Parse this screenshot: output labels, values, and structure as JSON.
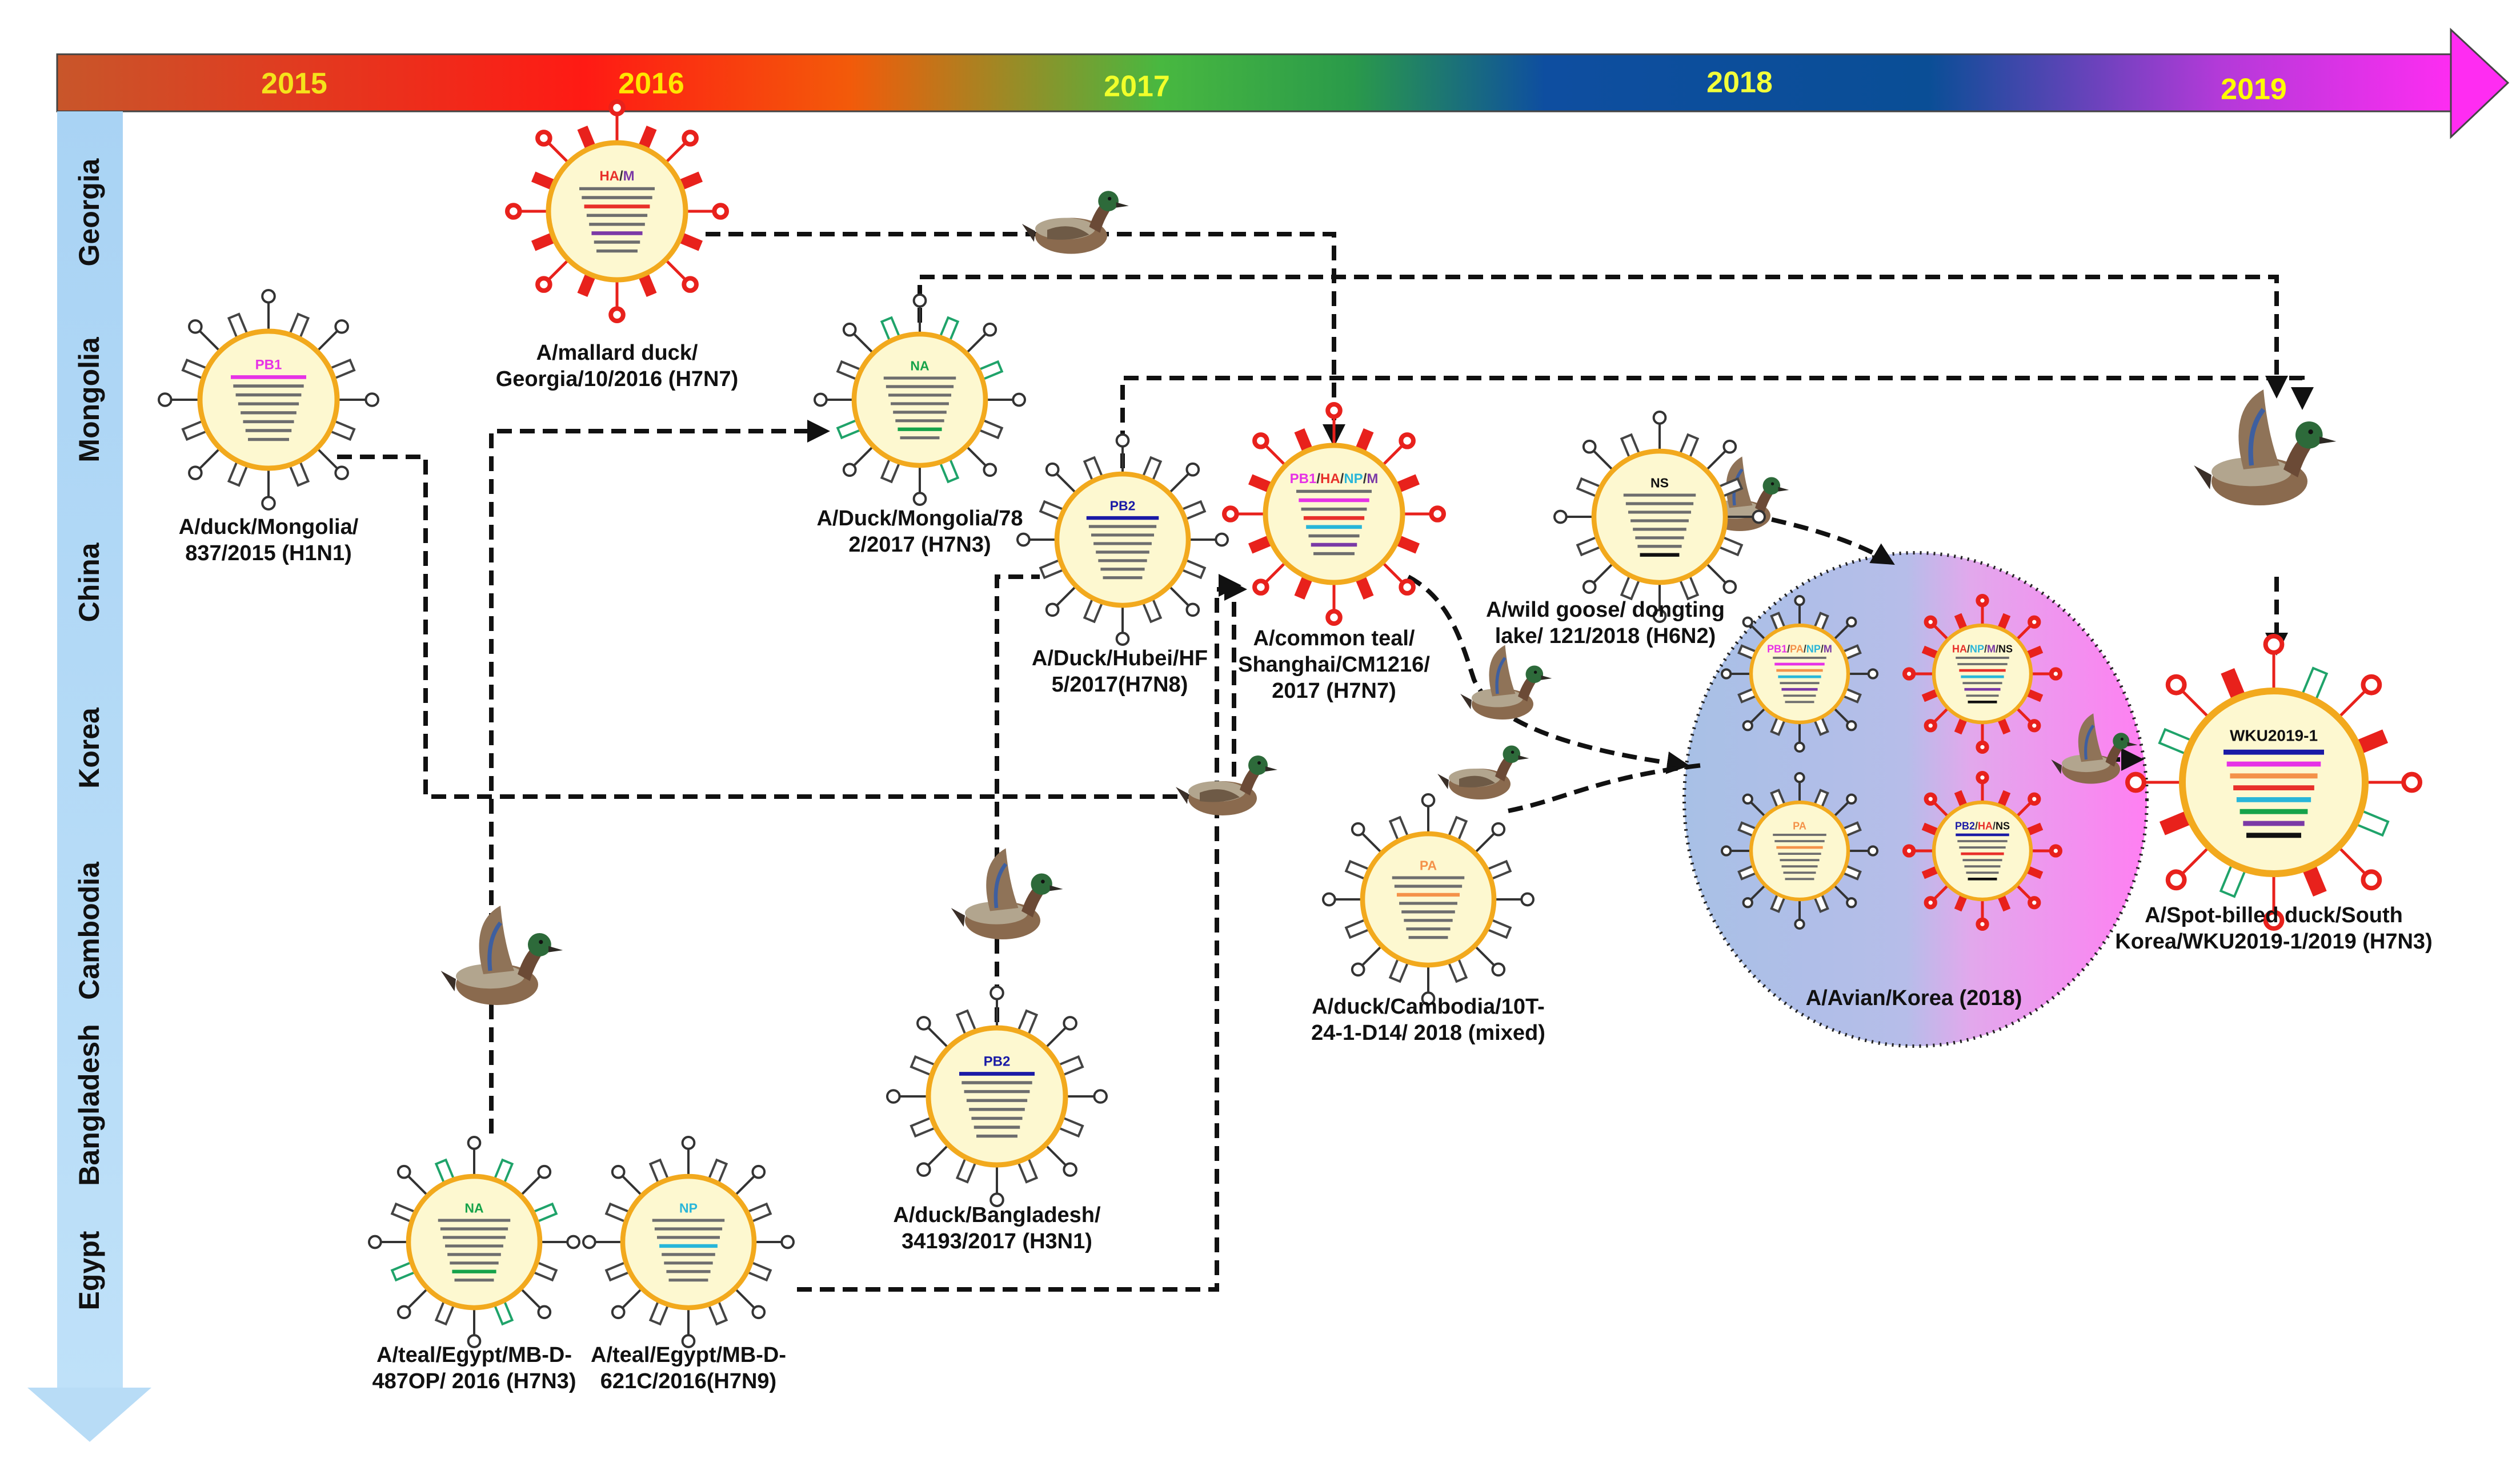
{
  "timeline": {
    "years": [
      {
        "label": "2015",
        "color": "#f5e21b"
      },
      {
        "label": "2016",
        "color": "#ffe600"
      },
      {
        "label": "2017",
        "color": "#f1ff2a"
      },
      {
        "label": "2018",
        "color": "#f2ff3a"
      },
      {
        "label": "2019",
        "color": "#ffff00"
      }
    ]
  },
  "regions": [
    "Georgia",
    "Mongolia",
    "China",
    "Korea",
    "Cambodia",
    "Bangladesh",
    "Egypt"
  ],
  "segment_colors": {
    "PB2": "#1a1aa6",
    "PB1": "#e632e6",
    "PA": "#f4924a",
    "HA": "#e8302a",
    "NP": "#29b6d9",
    "NA": "#16a34a",
    "M": "#7b3aa6",
    "NS": "#111111",
    "gray": "#6e6e6e"
  },
  "viruses": [
    {
      "id": "mongolia837",
      "label": "PB1",
      "caption": [
        "A/duck/Mongolia/",
        "837/2015 (H1N1)"
      ]
    },
    {
      "id": "georgia10",
      "label": "HA/M",
      "label_parts": [
        "HA",
        "/",
        "M"
      ],
      "caption": [
        "A/mallard duck/",
        "Georgia/10/2016 (H7N7)"
      ]
    },
    {
      "id": "mongolia782",
      "label": "NA",
      "caption": [
        "A/Duck/Mongolia/78",
        "2/2017 (H7N3)"
      ]
    },
    {
      "id": "hubei",
      "label": "PB2",
      "caption": [
        "A/Duck/Hubei/HF",
        "5/2017(H7N8)"
      ]
    },
    {
      "id": "shanghai",
      "label": "PB1/HA/NP/M",
      "label_parts": [
        "PB1",
        "/",
        "HA",
        "/",
        "NP",
        "/",
        "M"
      ],
      "caption": [
        "A/common teal/",
        "Shanghai/CM1216/",
        "2017 (H7N7)"
      ]
    },
    {
      "id": "dongting",
      "label": "NS",
      "caption": [
        "A/wild goose/ dongting",
        "lake/ 121/2018 (H6N2)"
      ]
    },
    {
      "id": "cambodia",
      "label": "PA",
      "caption": [
        "A/duck/Cambodia/10T-",
        "24-1-D14/ 2018 (mixed)"
      ]
    },
    {
      "id": "bangladesh",
      "label": "PB2",
      "caption": [
        "A/duck/Bangladesh/",
        "34193/2017 (H3N1)"
      ]
    },
    {
      "id": "egypt487",
      "label": "NA",
      "caption": [
        "A/teal/Egypt/MB-D-",
        "487OP/ 2016 (H7N3)"
      ]
    },
    {
      "id": "egypt621",
      "label": "NP",
      "caption": [
        "A/teal/Egypt/MB-D-",
        "621C/2016(H7N9)"
      ]
    },
    {
      "id": "wku",
      "label": "WKU2019-1",
      "caption": [
        "A/Spot-billed duck/South",
        "Korea/WKU2019-1/2019 (H7N3)"
      ]
    }
  ],
  "korea_group": {
    "caption": "A/Avian/Korea (2018)",
    "members": [
      {
        "label": "PB1/PA/NP/M",
        "label_parts": [
          "PB1",
          "/",
          "PA",
          "/",
          "NP",
          "/",
          "M"
        ]
      },
      {
        "label": "HA/NP/M/NS",
        "label_parts": [
          "HA",
          "/",
          "NP",
          "/",
          "M",
          "/",
          "NS"
        ]
      },
      {
        "label": "PA"
      },
      {
        "label": "PB2/HA/NS",
        "label_parts": [
          "PB2",
          "/",
          "HA",
          "/",
          "NS"
        ]
      }
    ]
  }
}
